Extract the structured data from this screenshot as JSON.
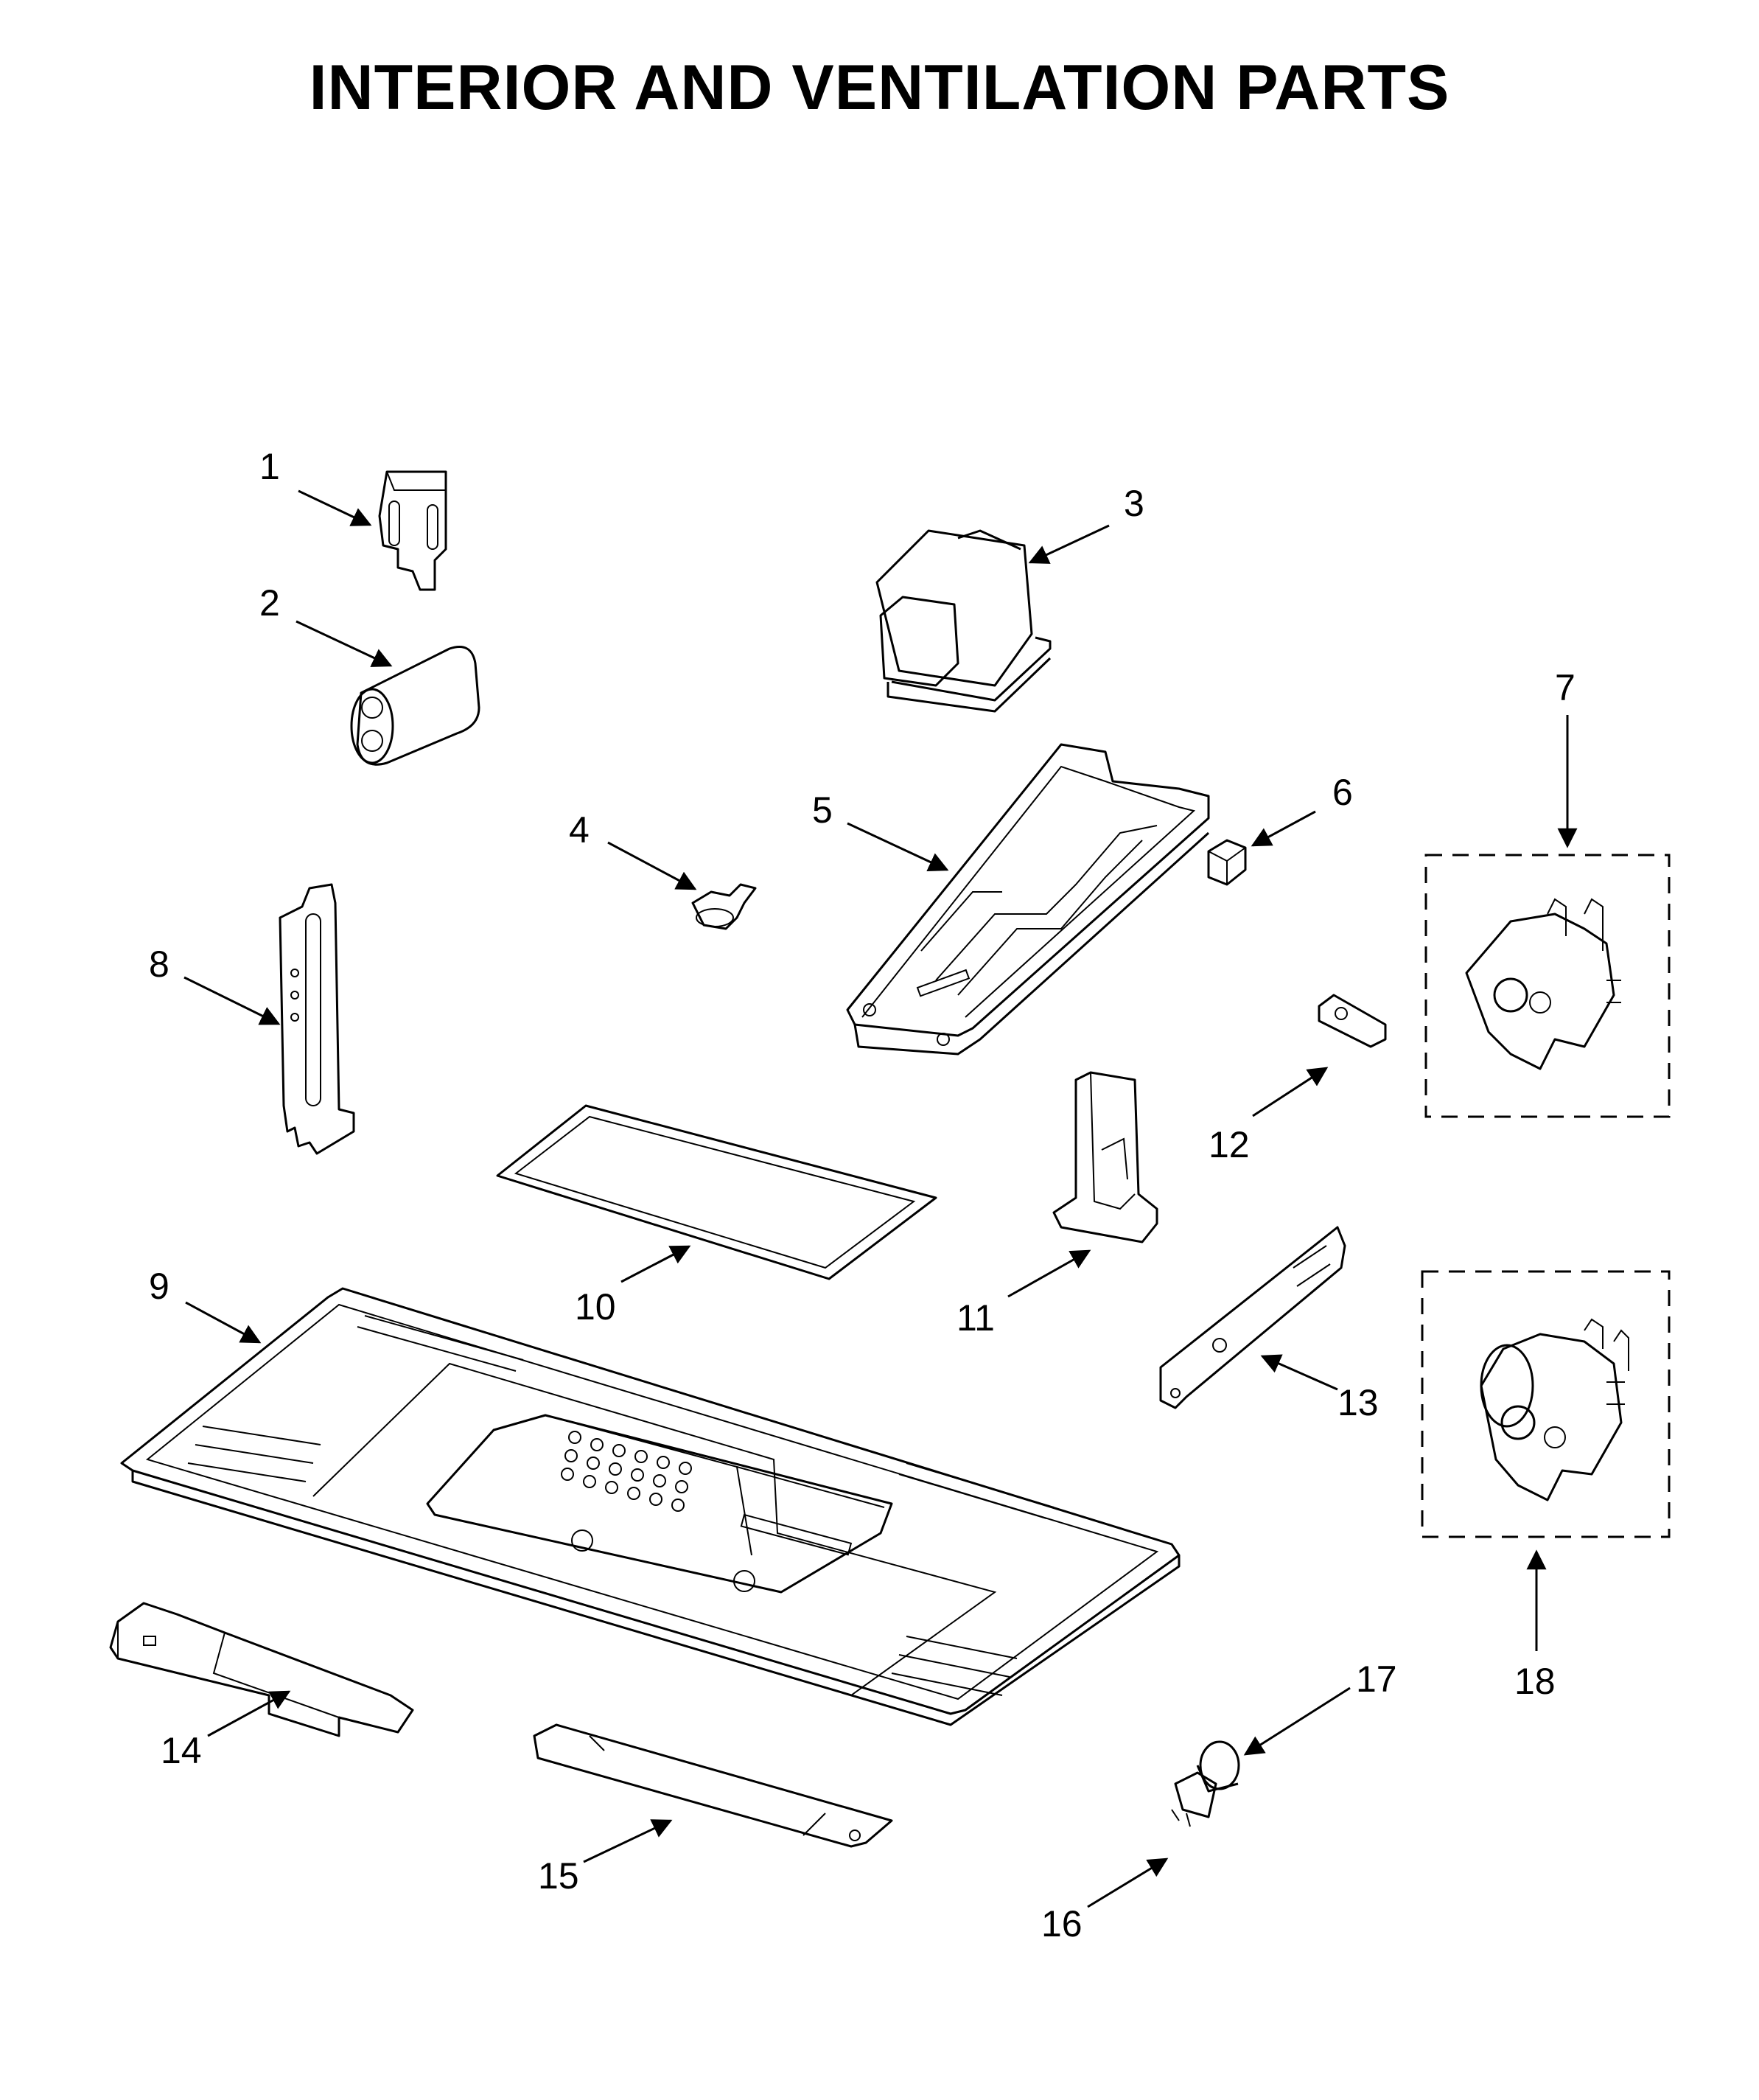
{
  "title": "INTERIOR AND VENTILATION PARTS",
  "callouts": [
    "1",
    "2",
    "3",
    "4",
    "5",
    "6",
    "7",
    "8",
    "9",
    "10",
    "11",
    "12",
    "13",
    "14",
    "15",
    "16",
    "17",
    "18"
  ],
  "parts": [
    {
      "id": "1",
      "icon": "bracket-clip-icon"
    },
    {
      "id": "2",
      "icon": "capacitor-icon"
    },
    {
      "id": "3",
      "icon": "transformer-icon"
    },
    {
      "id": "4",
      "icon": "thermostat-icon"
    },
    {
      "id": "5",
      "icon": "base-plate-icon"
    },
    {
      "id": "6",
      "icon": "switch-icon"
    },
    {
      "id": "7",
      "icon": "fan-motor-icon"
    },
    {
      "id": "8",
      "icon": "side-bracket-icon"
    },
    {
      "id": "9",
      "icon": "bottom-plate-icon"
    },
    {
      "id": "10",
      "icon": "filter-gasket-icon"
    },
    {
      "id": "11",
      "icon": "duct-icon"
    },
    {
      "id": "12",
      "icon": "small-switch-icon"
    },
    {
      "id": "13",
      "icon": "rail-bracket-icon"
    },
    {
      "id": "14",
      "icon": "channel-icon"
    },
    {
      "id": "15",
      "icon": "cover-plate-icon"
    },
    {
      "id": "16",
      "icon": "lamp-socket-icon"
    },
    {
      "id": "17",
      "icon": "lamp-icon"
    },
    {
      "id": "18",
      "icon": "fan-motor-icon"
    }
  ]
}
